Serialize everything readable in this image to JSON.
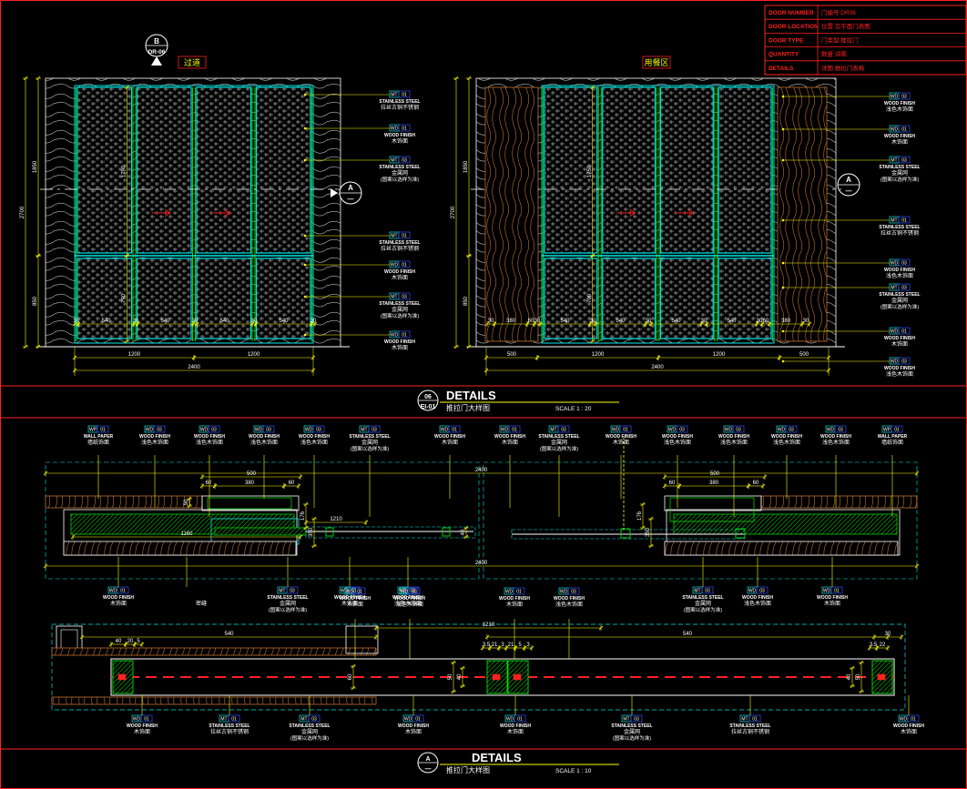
{
  "colors": {
    "bg": "#000000",
    "red": "#ff2020",
    "yellow": "#ffff00",
    "cyan": "#00e5e5",
    "green": "#00d000",
    "white": "#ffffff",
    "blue": "#3050ff",
    "wood": "#c07030",
    "grid": "#3a3a3a"
  },
  "title_block": {
    "rows": [
      {
        "label": "DOOR NUMBER",
        "value": "门编号 DR06"
      },
      {
        "label": "DOOR LOCATION",
        "value": "位置 见平面门表图"
      },
      {
        "label": "DOOR TYPE",
        "value": "门类型 推拉门"
      },
      {
        "label": "QUANTITY",
        "value": "数量 详图"
      },
      {
        "label": "DETAILS",
        "value": "详图 推拉门表格"
      }
    ]
  },
  "section_tag": {
    "top": "B",
    "bottom": "DR-06"
  },
  "elevation_tag": {
    "top": "A",
    "bottom": "—"
  },
  "elev_left": {
    "room": "过道",
    "total_h": "2700",
    "h_upper": "1850",
    "h_lower": "850",
    "h_panel_up": "1790",
    "h_panel_low": "790",
    "w_total": "2400",
    "w_half_l": "1200",
    "w_half_r": "1200",
    "bays": [
      "30",
      "540",
      "30",
      "540",
      "30",
      "540",
      "30",
      "540",
      "30"
    ]
  },
  "elev_right": {
    "room": "用餐区",
    "total_h": "2700",
    "h_upper": "1850",
    "h_lower": "850",
    "h_panel_up": "1750",
    "h_panel_low": "700",
    "w_total": "2400",
    "w_side_l": "500",
    "w_side_r": "500",
    "w_half_l": "1200",
    "w_half_r": "1200",
    "bays": [
      "30",
      "380",
      "60",
      "30",
      "540",
      "30",
      "540",
      "30",
      "540",
      "30",
      "540",
      "30",
      "60",
      "380",
      "30"
    ]
  },
  "callouts_left": [
    {
      "code": "MT",
      "num": "01",
      "en": "STAINLESS STEEL",
      "cn": "拉丝古铜不锈钢"
    },
    {
      "code": "WD",
      "num": "01",
      "en": "WOOD FINISH",
      "cn": "木饰面"
    },
    {
      "code": "MT",
      "num": "03",
      "en": "STAINLESS STEEL",
      "cn": "金属网",
      "cn2": "(图案以选样为准)"
    },
    {
      "code": "MT",
      "num": "01",
      "en": "STAINLESS STEEL",
      "cn": "拉丝古铜不锈钢"
    },
    {
      "code": "WD",
      "num": "01",
      "en": "WOOD FINISH",
      "cn": "木饰面"
    },
    {
      "code": "MT",
      "num": "03",
      "en": "STAINLESS STEEL",
      "cn": "金属网",
      "cn2": "(图案以选样为准)"
    },
    {
      "code": "WD",
      "num": "01",
      "en": "WOOD FINISH",
      "cn": "木饰面"
    }
  ],
  "callouts_right": [
    {
      "code": "WD",
      "num": "03",
      "en": "WOOD FINISH",
      "cn": "浅色木饰面"
    },
    {
      "code": "WD",
      "num": "01",
      "en": "WOOD FINISH",
      "cn": "木饰面"
    },
    {
      "code": "MT",
      "num": "03",
      "en": "STAINLESS STEEL",
      "cn": "金属网",
      "cn2": "(图案以选样为准)"
    },
    {
      "code": "MT",
      "num": "01",
      "en": "STAINLESS STEEL",
      "cn": "拉丝古铜不锈钢"
    },
    {
      "code": "WD",
      "num": "03",
      "en": "WOOD FINISH",
      "cn": "浅色木饰面"
    },
    {
      "code": "MT",
      "num": "03",
      "en": "STAINLESS STEEL",
      "cn": "金属网",
      "cn2": "(图案以选样为准)"
    },
    {
      "code": "WD",
      "num": "01",
      "en": "WOOD FINISH",
      "cn": "木饰面"
    },
    {
      "code": "WD",
      "num": "03",
      "en": "WOOD FINISH",
      "cn": "浅色木饰面"
    }
  ],
  "detail1": {
    "circle_top": "06",
    "circle_bottom": "EI-01",
    "title": "DETAILS",
    "subtitle": "推拉门大样图",
    "scale": "SCALE 1 : 20"
  },
  "detail2": {
    "circle_top": "A",
    "circle_bottom": "—",
    "title": "DETAILS",
    "subtitle": "推拉门大样图",
    "scale": "SCALE 1 : 10"
  },
  "plan_top_labels": [
    {
      "code": "WP",
      "num": "01",
      "en": "WALL PAPER",
      "cn": "墙纸饰面"
    },
    {
      "code": "WD",
      "num": "03",
      "en": "WOOD FINISH",
      "cn": "浅色木饰面"
    },
    {
      "code": "WD",
      "num": "03",
      "en": "WOOD FINISH",
      "cn": "浅色木饰面"
    },
    {
      "code": "WD",
      "num": "03",
      "en": "WOOD FINISH",
      "cn": "浅色木饰面"
    },
    {
      "code": "WD",
      "num": "03",
      "en": "WOOD FINISH",
      "cn": "浅色木饰面"
    },
    {
      "code": "MT",
      "num": "03",
      "en": "STAINLESS STEEL",
      "cn": "金属网",
      "cn2": "(图案以选样为准)"
    },
    {
      "code": "WD",
      "num": "01",
      "en": "WOOD FINISH",
      "cn": "木饰面"
    },
    {
      "code": "WD",
      "num": "01",
      "en": "WOOD FINISH",
      "cn": "木饰面"
    },
    {
      "code": "MT",
      "num": "03",
      "en": "STAINLESS STEEL",
      "cn": "金属网",
      "cn2": "(图案以选样为准)"
    },
    {
      "code": "WD",
      "num": "01",
      "en": "WOOD FINISH",
      "cn": "木饰面"
    },
    {
      "code": "WD",
      "num": "03",
      "en": "WOOD FINISH",
      "cn": "浅色木饰面"
    },
    {
      "code": "WD",
      "num": "03",
      "en": "WOOD FINISH",
      "cn": "浅色木饰面"
    },
    {
      "code": "WD",
      "num": "03",
      "en": "WOOD FINISH",
      "cn": "浅色木饰面"
    },
    {
      "code": "WD",
      "num": "03",
      "en": "WOOD FINISH",
      "cn": "浅色木饰面"
    },
    {
      "code": "WP",
      "num": "01",
      "en": "WALL PAPER",
      "cn": "墙纸饰面"
    }
  ],
  "plan_bottom_labels": [
    {
      "code": "WD",
      "num": "01",
      "en": "WOOD FINISH",
      "cn": "木饰面"
    },
    {
      "code": "",
      "num": "",
      "en": "",
      "cn": "密缝"
    },
    {
      "code": "MT",
      "num": "03",
      "en": "STAINLESS STEEL",
      "cn": "金属网",
      "cn2": "(图案以选样为准)"
    },
    {
      "code": "WD",
      "num": "01",
      "en": "WOOD FINISH",
      "cn": "木饰面"
    },
    {
      "code": "WD",
      "num": "03",
      "en": "WOOD FINISH",
      "cn": "浅色木饰面"
    },
    {
      "code": "MT",
      "num": "03",
      "en": "STAINLESS STEEL",
      "cn": "金属网",
      "cn2": "(图案以选样为准)"
    },
    {
      "code": "WD",
      "num": "03",
      "en": "WOOD FINISH",
      "cn": "浅色木饰面"
    },
    {
      "code": "WD",
      "num": "01",
      "en": "WOOD FINISH",
      "cn": "木饰面"
    }
  ],
  "plan_dims": {
    "top_total": "2400",
    "bottom_total": "2400",
    "side_w": "500",
    "side_inner": "380",
    "side_a": "60",
    "side_b": "60",
    "door_w": "1210",
    "d1160": "1160",
    "d176": "176",
    "d350": "350",
    "d50": "50",
    "d40": "40",
    "d10": "10"
  },
  "detail2_top_labels": [
    {
      "code": "WD",
      "num": "01",
      "en": "WOOD FINISH",
      "cn": "木饰面"
    },
    {
      "code": "WD",
      "num": "03",
      "en": "WOOD FINISH",
      "cn": "浅色木饰面"
    },
    {
      "code": "WD",
      "num": "01",
      "en": "WOOD FINISH",
      "cn": "木饰面"
    },
    {
      "code": "WD",
      "num": "03",
      "en": "WOOD FINISH",
      "cn": "浅色木饰面"
    }
  ],
  "detail2_bottom_labels": [
    {
      "code": "WD",
      "num": "01",
      "en": "WOOD FINISH",
      "cn": "木饰面"
    },
    {
      "code": "MT",
      "num": "01",
      "en": "STAINLESS STEEL",
      "cn": "拉丝古铜不锈钢"
    },
    {
      "code": "MT",
      "num": "03",
      "en": "STAINLESS STEEL",
      "cn": "金属网",
      "cn2": "(图案以选样为准)"
    },
    {
      "code": "WD",
      "num": "01",
      "en": "WOOD FINISH",
      "cn": "木饰面"
    },
    {
      "code": "WD",
      "num": "01",
      "en": "WOOD FINISH",
      "cn": "木饰面"
    },
    {
      "code": "MT",
      "num": "03",
      "en": "STAINLESS STEEL",
      "cn": "金属网",
      "cn2": "(图案以选样为准)"
    },
    {
      "code": "MT",
      "num": "01",
      "en": "STAINLESS STEEL",
      "cn": "拉丝古铜不锈钢"
    },
    {
      "code": "WD",
      "num": "01",
      "en": "WOOD FINISH",
      "cn": "木饰面"
    }
  ],
  "detail2_dims": {
    "d1210": "1210",
    "d540a": "540",
    "d540b": "540",
    "d40": "40",
    "d20": "20",
    "d30": "30",
    "d5": "5",
    "d8": "8",
    "d60": "60",
    "dA": "3.5",
    "dB": "21",
    "dC": "3",
    "dD": "21",
    "dE": "5",
    "dF": "3",
    "dG": "3.5",
    "dH": "22",
    "d50": "50"
  }
}
